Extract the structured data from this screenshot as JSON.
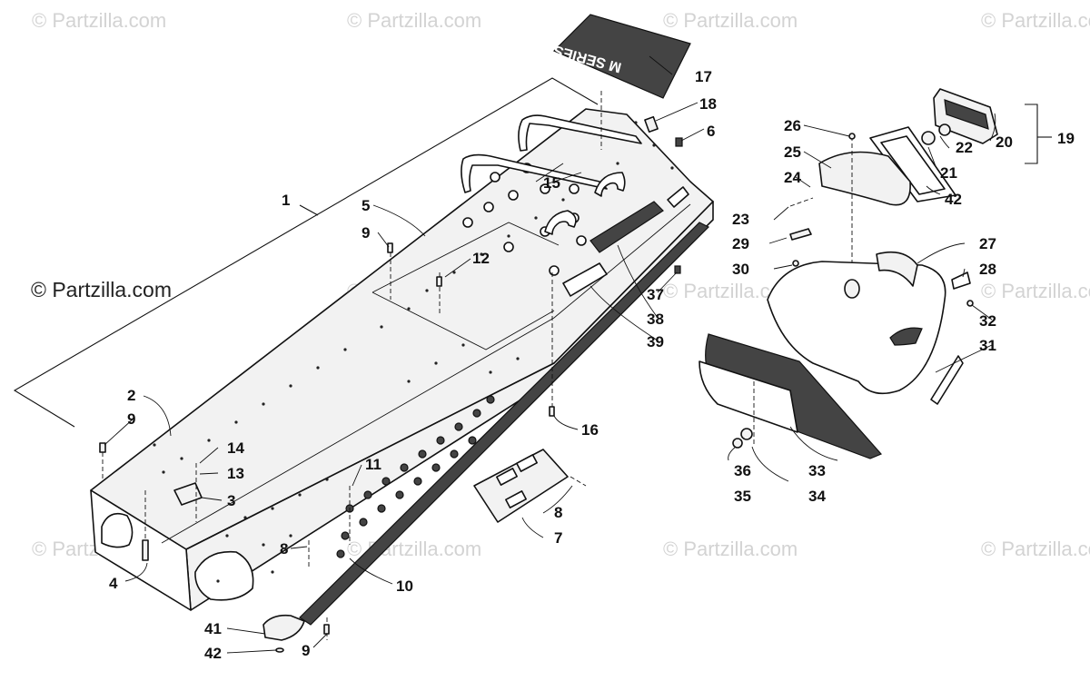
{
  "watermark": "© Partzilla.com",
  "corner_watermark": "© Partzilla.com",
  "decal_text": "M SERIES",
  "callouts": [
    {
      "id": "c17",
      "label": "17"
    },
    {
      "id": "c18",
      "label": "18"
    },
    {
      "id": "c6",
      "label": "6"
    },
    {
      "id": "c15",
      "label": "15"
    },
    {
      "id": "c1",
      "label": "1"
    },
    {
      "id": "c5",
      "label": "5"
    },
    {
      "id": "c9a",
      "label": "9"
    },
    {
      "id": "c12",
      "label": "12"
    },
    {
      "id": "c2",
      "label": "2"
    },
    {
      "id": "c9b",
      "label": "9"
    },
    {
      "id": "c14",
      "label": "14"
    },
    {
      "id": "c13",
      "label": "13"
    },
    {
      "id": "c3",
      "label": "3"
    },
    {
      "id": "c4",
      "label": "4"
    },
    {
      "id": "c11",
      "label": "11"
    },
    {
      "id": "c8a",
      "label": "8"
    },
    {
      "id": "c10",
      "label": "10"
    },
    {
      "id": "c41",
      "label": "41"
    },
    {
      "id": "c42a",
      "label": "42"
    },
    {
      "id": "c9c",
      "label": "9"
    },
    {
      "id": "c16",
      "label": "16"
    },
    {
      "id": "c8b",
      "label": "8"
    },
    {
      "id": "c7",
      "label": "7"
    },
    {
      "id": "c37",
      "label": "37"
    },
    {
      "id": "c38",
      "label": "38"
    },
    {
      "id": "c39",
      "label": "39"
    },
    {
      "id": "c26",
      "label": "26"
    },
    {
      "id": "c25",
      "label": "25"
    },
    {
      "id": "c24",
      "label": "24"
    },
    {
      "id": "c23",
      "label": "23"
    },
    {
      "id": "c29",
      "label": "29"
    },
    {
      "id": "c30",
      "label": "30"
    },
    {
      "id": "c27",
      "label": "27"
    },
    {
      "id": "c28",
      "label": "28"
    },
    {
      "id": "c32",
      "label": "32"
    },
    {
      "id": "c31",
      "label": "31"
    },
    {
      "id": "c22",
      "label": "22"
    },
    {
      "id": "c21",
      "label": "21"
    },
    {
      "id": "c42b",
      "label": "42"
    },
    {
      "id": "c20",
      "label": "20"
    },
    {
      "id": "c19",
      "label": "19"
    },
    {
      "id": "c36",
      "label": "36"
    },
    {
      "id": "c35",
      "label": "35"
    },
    {
      "id": "c33",
      "label": "33"
    },
    {
      "id": "c34",
      "label": "34"
    }
  ]
}
